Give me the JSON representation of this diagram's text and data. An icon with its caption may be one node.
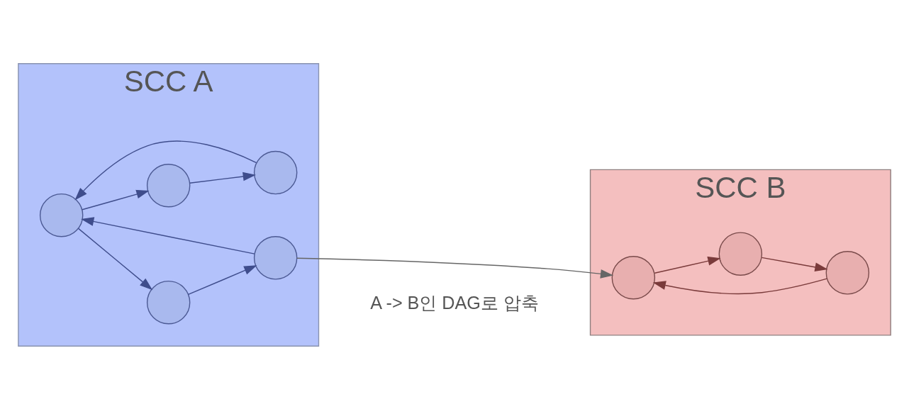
{
  "diagram": {
    "nodes": [
      {
        "text": [
          "SCC A"
        ]
      },
      {
        "text": [],
        "shape": "circle",
        "in": 0
      },
      {
        "text": [],
        "shape": "circle",
        "in": 0
      },
      {
        "text": [],
        "shape": "circle",
        "in": 0
      },
      {
        "text": [],
        "shape": "circle",
        "in": 0
      },
      {
        "text": [],
        "shape": "circle",
        "in": 0
      },
      {
        "text": [
          "SCC B"
        ]
      },
      {
        "text": [],
        "shape": "circle",
        "in": 6
      },
      {
        "text": [],
        "shape": "circle",
        "in": 6
      },
      {
        "text": [],
        "shape": "circle",
        "in": 6
      }
    ],
    "edges": [
      {
        "from": 1,
        "to": 2,
        "arrow": "to"
      },
      {
        "from": 2,
        "to": 3,
        "arrow": "to"
      },
      {
        "from": 3,
        "to": 1,
        "arrow": "to"
      },
      {
        "from": 1,
        "to": 4,
        "arrow": "to"
      },
      {
        "from": 4,
        "to": 5,
        "arrow": "to"
      },
      {
        "from": 5,
        "to": 1,
        "arrow": "to"
      },
      {
        "from": 3,
        "to": 8,
        "arrow": "to",
        "color": "#666666"
      },
      {
        "from": 7,
        "to": 8,
        "arrow": "to",
        "color": "#7a3b3b"
      },
      {
        "from": 8,
        "to": 9,
        "arrow": "to",
        "color": "#7a3b3b"
      },
      {
        "from": 9,
        "to": 7,
        "arrow": "to",
        "color": "#7a3b3b"
      }
    ],
    "labels": [
      "A -> B인 DAG로 압축"
    ]
  }
}
